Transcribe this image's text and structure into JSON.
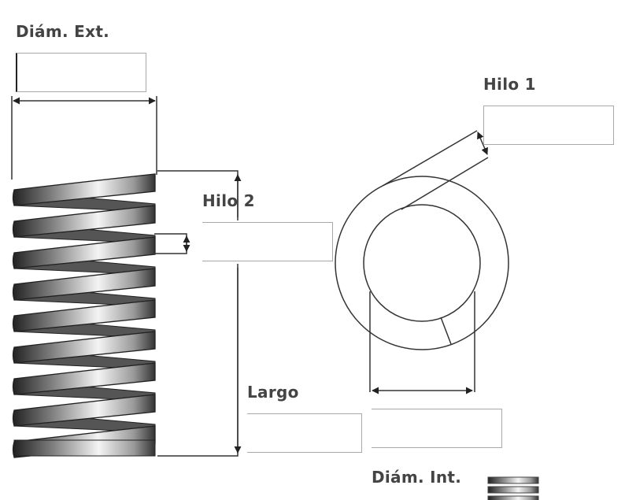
{
  "fields": {
    "diam_ext": {
      "label": "Diám. Ext.",
      "value": ""
    },
    "hilo1": {
      "label": "Hilo 1",
      "value": ""
    },
    "hilo2": {
      "label": "Hilo 2",
      "value": ""
    },
    "largo": {
      "label": "Largo",
      "value": ""
    },
    "diam_int": {
      "label": "Diám. Int.",
      "value": ""
    }
  },
  "icons": {
    "spring_diagram": "spring-diagram",
    "ring_diagram": "ring-cross-section",
    "spring_thumbnail": "spring-icon"
  }
}
